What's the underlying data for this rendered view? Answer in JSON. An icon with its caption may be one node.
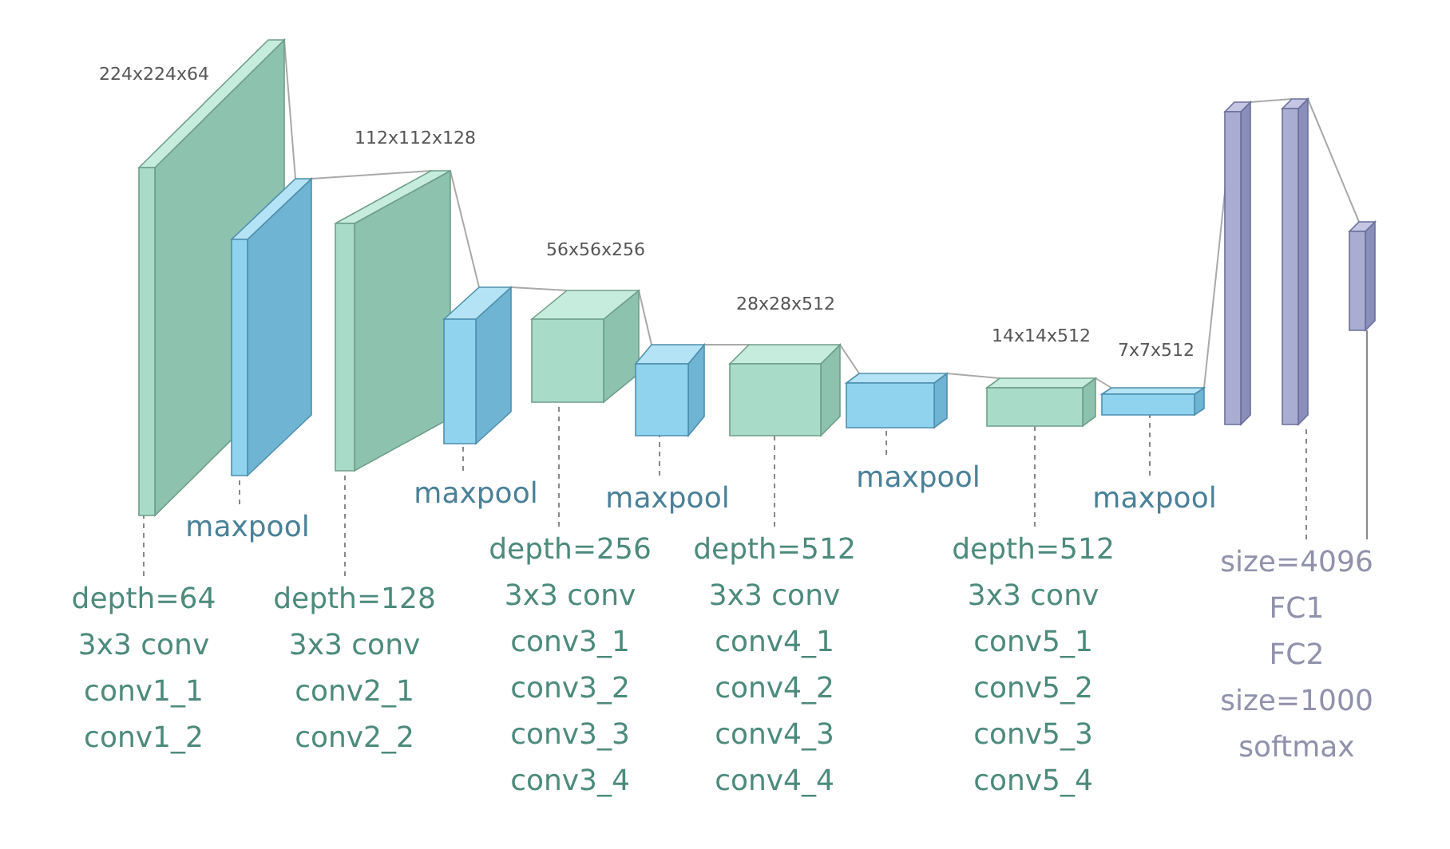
{
  "diagram": {
    "nodes": [
      {
        "text": [],
        "shape": "box",
        "beside": [
          "224x224x64"
        ]
      },
      {
        "text": [],
        "shape": "box"
      },
      {
        "text": [],
        "shape": "box",
        "beside": [
          "112x112x128"
        ]
      },
      {
        "text": [],
        "shape": "box"
      },
      {
        "text": [],
        "shape": "box",
        "beside": [
          "56x56x256"
        ]
      },
      {
        "text": [],
        "shape": "box"
      },
      {
        "text": [],
        "shape": "box",
        "beside": [
          "28x28x512"
        ]
      },
      {
        "text": [],
        "shape": "box"
      },
      {
        "text": [],
        "shape": "box",
        "beside": [
          "14x14x512"
        ]
      },
      {
        "text": [],
        "shape": "box",
        "beside": [
          "7x7x512"
        ]
      },
      {
        "text": [],
        "shape": "bar"
      },
      {
        "text": [],
        "shape": "bar"
      },
      {
        "text": [],
        "shape": "bar"
      },
      {
        "text": [
          "maxpool"
        ]
      },
      {
        "text": [
          "depth=64",
          "3x3 conv",
          "conv1_1",
          "conv1_2"
        ]
      },
      {
        "text": [
          "depth=128",
          "3x3 conv",
          "conv2_1",
          "conv2_2"
        ]
      },
      {
        "text": [
          "maxpool"
        ]
      },
      {
        "text": [
          "depth=256",
          "3x3 conv",
          "conv3_1",
          "conv3_2",
          "conv3_3",
          "conv3_4"
        ]
      },
      {
        "text": [
          "maxpool"
        ]
      },
      {
        "text": [
          "depth=512",
          "3x3 conv",
          "conv4_1",
          "conv4_2",
          "conv4_3",
          "conv4_4"
        ]
      },
      {
        "text": [
          "maxpool"
        ]
      },
      {
        "text": [
          "depth=512",
          "3x3 conv",
          "conv5_1",
          "conv5_2",
          "conv5_3",
          "conv5_4"
        ]
      },
      {
        "text": [
          "maxpool"
        ]
      },
      {
        "text": [
          "size=4096",
          "FC1",
          "FC2",
          "size=1000",
          "softmax"
        ]
      }
    ],
    "edges": [
      {
        "from": 0,
        "to": 1,
        "arrow": "none"
      },
      {
        "from": 1,
        "to": 2,
        "arrow": "none"
      },
      {
        "from": 2,
        "to": 3,
        "arrow": "none"
      },
      {
        "from": 3,
        "to": 4,
        "arrow": "none"
      },
      {
        "from": 4,
        "to": 5,
        "arrow": "none"
      },
      {
        "from": 5,
        "to": 6,
        "arrow": "none"
      },
      {
        "from": 6,
        "to": 7,
        "arrow": "none"
      },
      {
        "from": 7,
        "to": 8,
        "arrow": "none"
      },
      {
        "from": 8,
        "to": 9,
        "arrow": "none"
      },
      {
        "from": 9,
        "to": 10,
        "arrow": "none"
      },
      {
        "from": 10,
        "to": 11,
        "arrow": "none"
      },
      {
        "from": 11,
        "to": 12,
        "arrow": "none"
      },
      {
        "from": 14,
        "to": 0,
        "arrow": "none",
        "style": "dashed"
      },
      {
        "from": 13,
        "to": 1,
        "arrow": "none",
        "style": "dashed"
      },
      {
        "from": 15,
        "to": 2,
        "arrow": "none",
        "style": "dashed"
      },
      {
        "from": 16,
        "to": 3,
        "arrow": "none",
        "style": "dashed"
      },
      {
        "from": 17,
        "to": 4,
        "arrow": "none",
        "style": "dashed"
      },
      {
        "from": 18,
        "to": 5,
        "arrow": "none",
        "style": "dashed"
      },
      {
        "from": 19,
        "to": 6,
        "arrow": "none",
        "style": "dashed"
      },
      {
        "from": 20,
        "to": 7,
        "arrow": "none",
        "style": "dashed"
      },
      {
        "from": 21,
        "to": 8,
        "arrow": "none",
        "style": "dashed"
      },
      {
        "from": 22,
        "to": 9,
        "arrow": "none",
        "style": "dashed"
      },
      {
        "from": 23,
        "to": 11,
        "arrow": "none",
        "style": "dashed"
      },
      {
        "from": 23,
        "to": 12,
        "arrow": "none"
      }
    ]
  }
}
